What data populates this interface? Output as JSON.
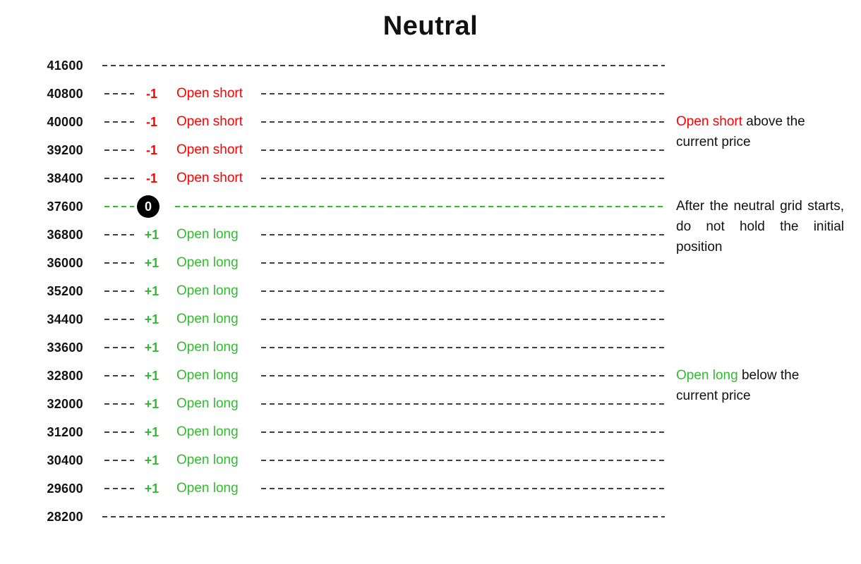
{
  "title": "Neutral",
  "colors": {
    "red": "#fe0000",
    "green": "#32bb32",
    "line": "#3d3d3d",
    "circle_bg": "#000000",
    "circle_text": "#ffffff"
  },
  "grid": {
    "rows": [
      {
        "price": "41600",
        "type": "plain"
      },
      {
        "price": "40800",
        "type": "short",
        "signal": "-1",
        "action": "Open short"
      },
      {
        "price": "40000",
        "type": "short",
        "signal": "-1",
        "action": "Open short"
      },
      {
        "price": "39200",
        "type": "short",
        "signal": "-1",
        "action": "Open short"
      },
      {
        "price": "38400",
        "type": "short",
        "signal": "-1",
        "action": "Open short"
      },
      {
        "price": "37600",
        "type": "zero",
        "signal": "0"
      },
      {
        "price": "36800",
        "type": "long",
        "signal": "+1",
        "action": "Open long"
      },
      {
        "price": "36000",
        "type": "long",
        "signal": "+1",
        "action": "Open long"
      },
      {
        "price": "35200",
        "type": "long",
        "signal": "+1",
        "action": "Open long"
      },
      {
        "price": "34400",
        "type": "long",
        "signal": "+1",
        "action": "Open long"
      },
      {
        "price": "33600",
        "type": "long",
        "signal": "+1",
        "action": "Open long"
      },
      {
        "price": "32800",
        "type": "long",
        "signal": "+1",
        "action": "Open long"
      },
      {
        "price": "32000",
        "type": "long",
        "signal": "+1",
        "action": "Open long"
      },
      {
        "price": "31200",
        "type": "long",
        "signal": "+1",
        "action": "Open long"
      },
      {
        "price": "30400",
        "type": "long",
        "signal": "+1",
        "action": "Open long"
      },
      {
        "price": "29600",
        "type": "long",
        "signal": "+1",
        "action": "Open long"
      },
      {
        "price": "28200",
        "type": "plain"
      }
    ]
  },
  "annotations": [
    {
      "segments": [
        {
          "text": "Open short",
          "color": "red"
        },
        {
          "text": " above the current price",
          "color": "black"
        }
      ]
    },
    {
      "segments": [
        {
          "text": "After the neutral grid starts, do not hold the initial position",
          "color": "black"
        }
      ]
    },
    {
      "segments": [
        {
          "text": "Open long",
          "color": "green"
        },
        {
          "text": " below the current price",
          "color": "black"
        }
      ]
    }
  ]
}
